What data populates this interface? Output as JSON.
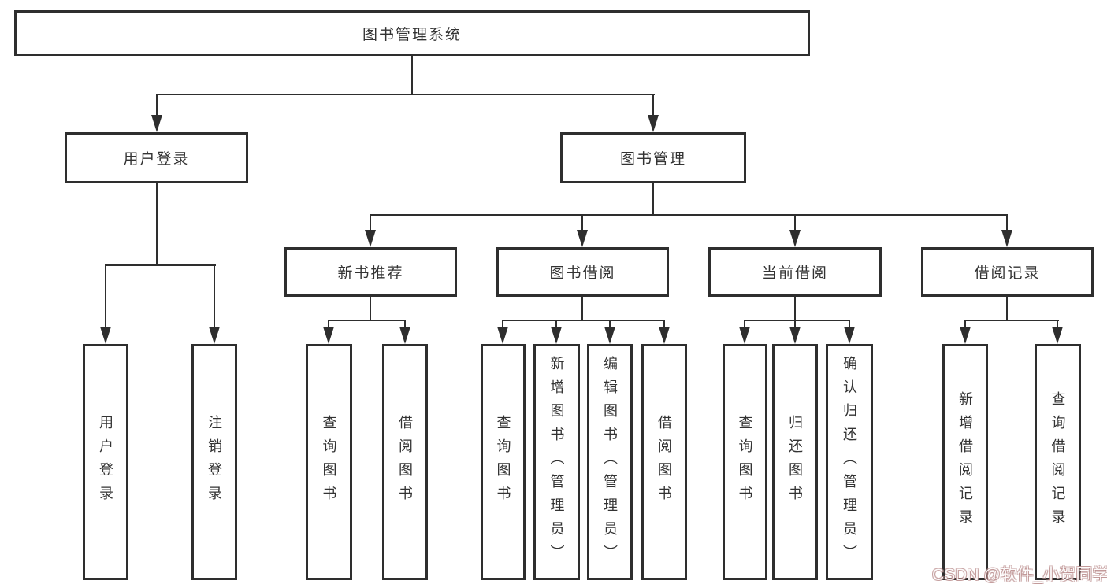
{
  "diagram": {
    "root": {
      "label": "图书管理系统"
    },
    "level2": [
      {
        "label": "用户登录"
      },
      {
        "label": "图书管理"
      }
    ],
    "level3": [
      {
        "label": "新书推荐"
      },
      {
        "label": "图书借阅"
      },
      {
        "label": "当前借阅"
      },
      {
        "label": "借阅记录"
      }
    ],
    "leaves_login": [
      {
        "label": "用户登录"
      },
      {
        "label": "注销登录"
      }
    ],
    "leaves_newbook": [
      {
        "label": "查询图书"
      },
      {
        "label": "借阅图书"
      }
    ],
    "leaves_borrow": [
      {
        "label": "查询图书"
      },
      {
        "label": "新增图书（管理员）"
      },
      {
        "label": "编辑图书（管理员）"
      },
      {
        "label": "借阅图书"
      }
    ],
    "leaves_current": [
      {
        "label": "查询图书"
      },
      {
        "label": "归还图书"
      },
      {
        "label": "确认归还（管理员）"
      }
    ],
    "leaves_records": [
      {
        "label": "新增借阅记录"
      },
      {
        "label": "查询借阅记录"
      }
    ],
    "colors": {
      "line": "#2e2e2e",
      "box_background": "#ffffff",
      "watermark_outline": "#ba8c8c"
    }
  },
  "watermark": {
    "text": "CSDN @软件_小贺同学"
  }
}
